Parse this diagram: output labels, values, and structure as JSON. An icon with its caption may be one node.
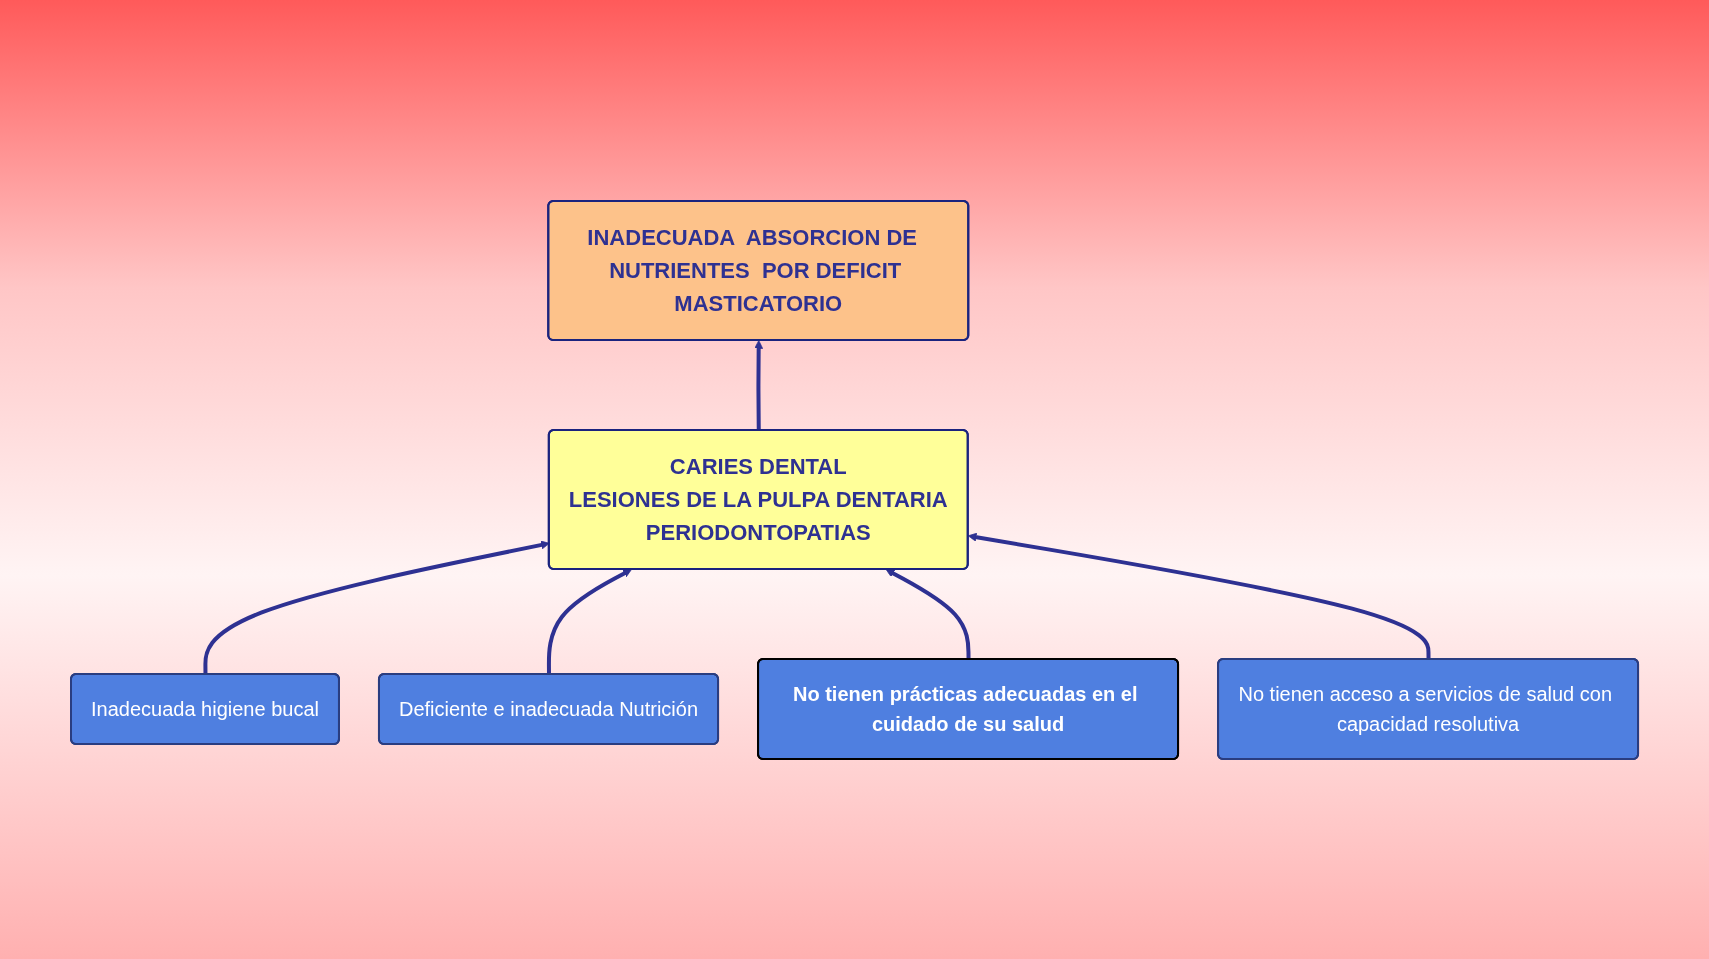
{
  "diagram": {
    "nodes": [
      {
        "text": [
          "INADECUADA  ABSORCION DE  NUTRIENTES  POR DEFICIT MASTICATORIO"
        ]
      },
      {
        "text": [
          "CARIES DENTAL",
          "LESIONES DE LA PULPA DENTARIA",
          "PERIODONTOPATIAS"
        ]
      },
      {
        "text": [
          "Inadecuada higiene bucal"
        ]
      },
      {
        "text": [
          "Deficiente e inadecuada Nutrición"
        ]
      },
      {
        "text": [
          "No tienen prácticas adecuadas en el cuidado de su salud"
        ]
      },
      {
        "text": [
          "No tienen acceso a servicios de salud con capacidad resolutiva"
        ]
      }
    ],
    "edges": [
      {
        "from": 1,
        "to": 0,
        "arrow": "to"
      },
      {
        "from": 2,
        "to": 1,
        "arrow": "to"
      },
      {
        "from": 3,
        "to": 1,
        "arrow": "to"
      },
      {
        "from": 4,
        "to": 1,
        "arrow": "to"
      },
      {
        "from": 5,
        "to": 1,
        "arrow": "to"
      }
    ]
  }
}
